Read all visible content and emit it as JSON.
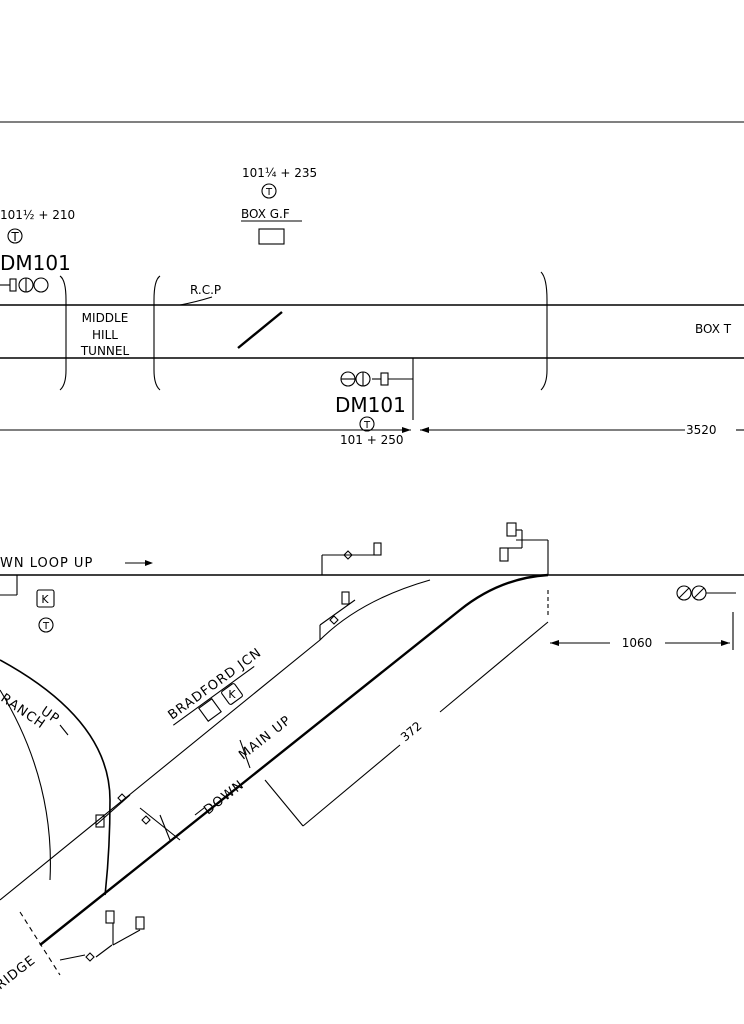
{
  "upper": {
    "mileage_left": "101½ + 210",
    "signal_left_id": "DM101",
    "mileage_box": "101¼ + 235",
    "box_label": "BOX G.F",
    "rcp_label": "R.C.P",
    "tunnel_line1": "MIDDLE",
    "tunnel_line2": "HILL",
    "tunnel_line3": "TUNNEL",
    "box_right_label": "BOX  T",
    "signal_right_id": "DM101",
    "mileage_right": "101 + 250",
    "distance": "3520",
    "t_symbol": "T"
  },
  "lower": {
    "loop_label": "WN  LOOP   UP",
    "k_symbol": "K",
    "t_symbol": "T",
    "junction_name": "BRADFORD JCN",
    "branch_label": "RANCH",
    "branch_up_label": "UP",
    "main_up_label": "MAIN  UP",
    "down_label": "DOWN",
    "bridge_label": "RIDGE",
    "dim_372": "372",
    "dim_1060": "1060"
  }
}
